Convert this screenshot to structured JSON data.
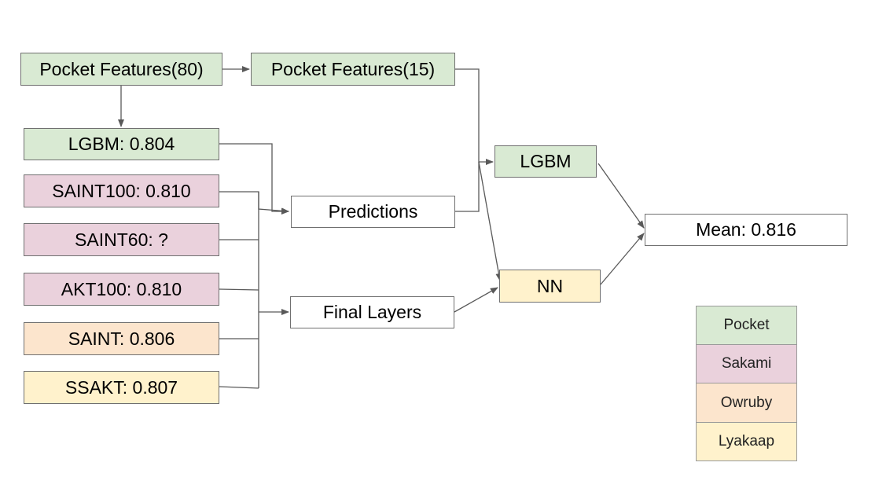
{
  "colors": {
    "pocket": "#d9ead3",
    "sakami": "#ead1dc",
    "owruby": "#fce5cd",
    "lyakaap": "#fff2cc",
    "edge": "#595959"
  },
  "nodes": {
    "pocket_features_80": "Pocket Features(80)",
    "pocket_features_15": "Pocket Features(15)",
    "lgbm_model": "LGBM: 0.804",
    "saint100_model": "SAINT100: 0.810",
    "saint60_model": "SAINT60: ?",
    "akt100_model": "AKT100: 0.810",
    "saint_model": "SAINT: 0.806",
    "ssakt_model": "SSAKT: 0.807",
    "predictions": "Predictions",
    "final_layers": "Final Layers",
    "lgbm_stacker": "LGBM",
    "nn_stacker": "NN",
    "mean": "Mean: 0.816"
  },
  "legend": {
    "pocket": "Pocket",
    "sakami": "Sakami",
    "owruby": "Owruby",
    "lyakaap": "Lyakaap"
  }
}
